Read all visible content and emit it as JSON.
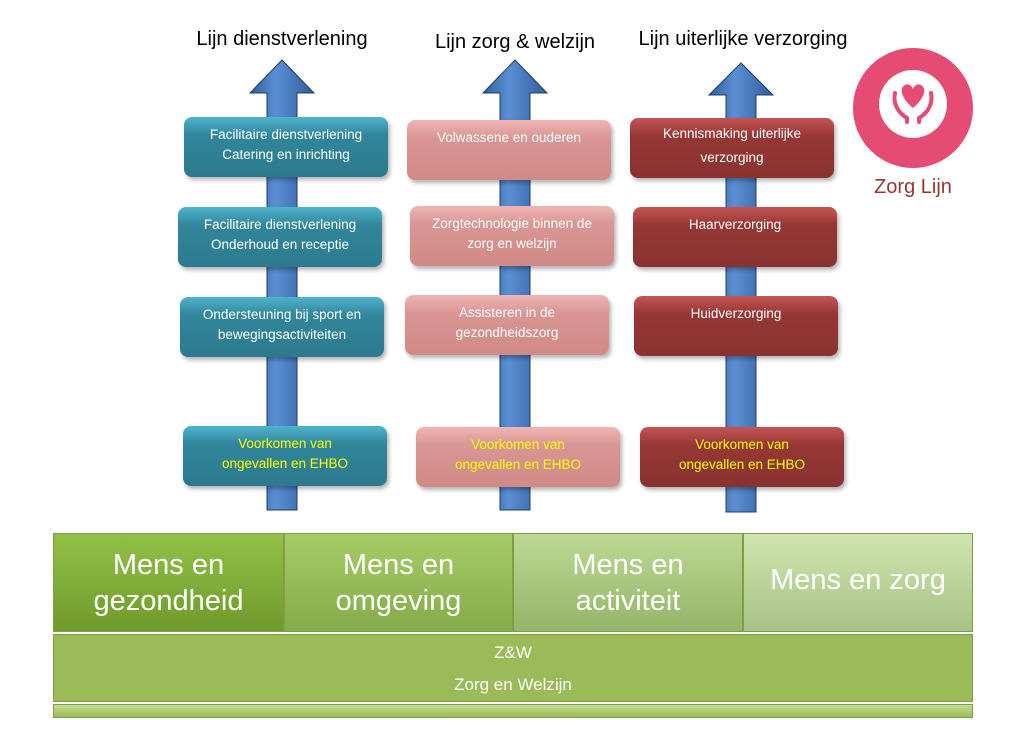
{
  "columns": [
    {
      "title": "Lijn dienstverlening",
      "boxes": [
        {
          "lines": [
            "Facilitaire dienstverlening",
            "Catering en inrichting"
          ]
        },
        {
          "lines": [
            "Facilitaire dienstverlening",
            "Onderhoud en receptie"
          ]
        },
        {
          "lines": [
            "Ondersteuning bij sport en",
            "bewegingsactiviteiten"
          ]
        },
        {
          "lines": [
            "Voorkomen van",
            "ongevallen en EHBO"
          ]
        }
      ]
    },
    {
      "title": "Lijn zorg & welzijn",
      "boxes": [
        {
          "lines": [
            "Volwassene en ouderen",
            ""
          ]
        },
        {
          "lines": [
            "Zorgtechnologie  binnen de",
            "zorg en welzijn"
          ]
        },
        {
          "lines": [
            "Assisteren in de",
            "gezondheidszorg"
          ]
        },
        {
          "lines": [
            "Voorkomen van",
            "ongevallen en EHBO"
          ]
        }
      ]
    },
    {
      "title": "Lijn uiterlijke verzorging",
      "boxes": [
        {
          "lines": [
            "Kennismaking uiterlijke",
            "verzorging"
          ]
        },
        {
          "lines": [
            "Haarverzorging",
            ""
          ]
        },
        {
          "lines": [
            "Huidverzorging",
            ""
          ]
        },
        {
          "lines": [
            "Voorkomen van",
            "ongevallen en EHBO"
          ]
        }
      ]
    }
  ],
  "logo": {
    "label": "Zorg Lijn",
    "icon": "heart-in-hands-icon",
    "color": "#e54b73"
  },
  "modules": [
    {
      "lines": [
        "Mens en",
        "gezondheid"
      ]
    },
    {
      "lines": [
        "Mens en",
        "omgeving"
      ]
    },
    {
      "lines": [
        "Mens en",
        "activiteit"
      ]
    },
    {
      "lines": [
        "Mens en zorg"
      ]
    }
  ],
  "base": {
    "abbr": "Z&W",
    "name": "Zorg en Welzijn"
  }
}
